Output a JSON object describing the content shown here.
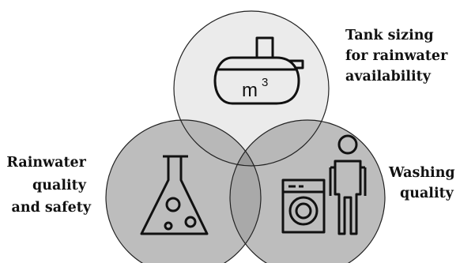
{
  "circles": [
    {
      "name": "tank-sizing",
      "fill": "#ebebeb",
      "lines": [
        "Tank sizing",
        "for rainwater",
        "availability"
      ]
    },
    {
      "name": "rainwater-quality",
      "fill": "#bdbdbd",
      "lines": [
        "Rainwater",
        "quality",
        "and safety"
      ]
    },
    {
      "name": "washing-quality",
      "fill": "#bdbdbd",
      "lines": [
        "Washing",
        "quality"
      ]
    }
  ],
  "tank_icon": {
    "unit": "m",
    "exponent": "3"
  },
  "colors": {
    "stroke": "#111111",
    "pair_overlap": "#a9a9a9",
    "triple_overlap": "#9a9a9a"
  }
}
